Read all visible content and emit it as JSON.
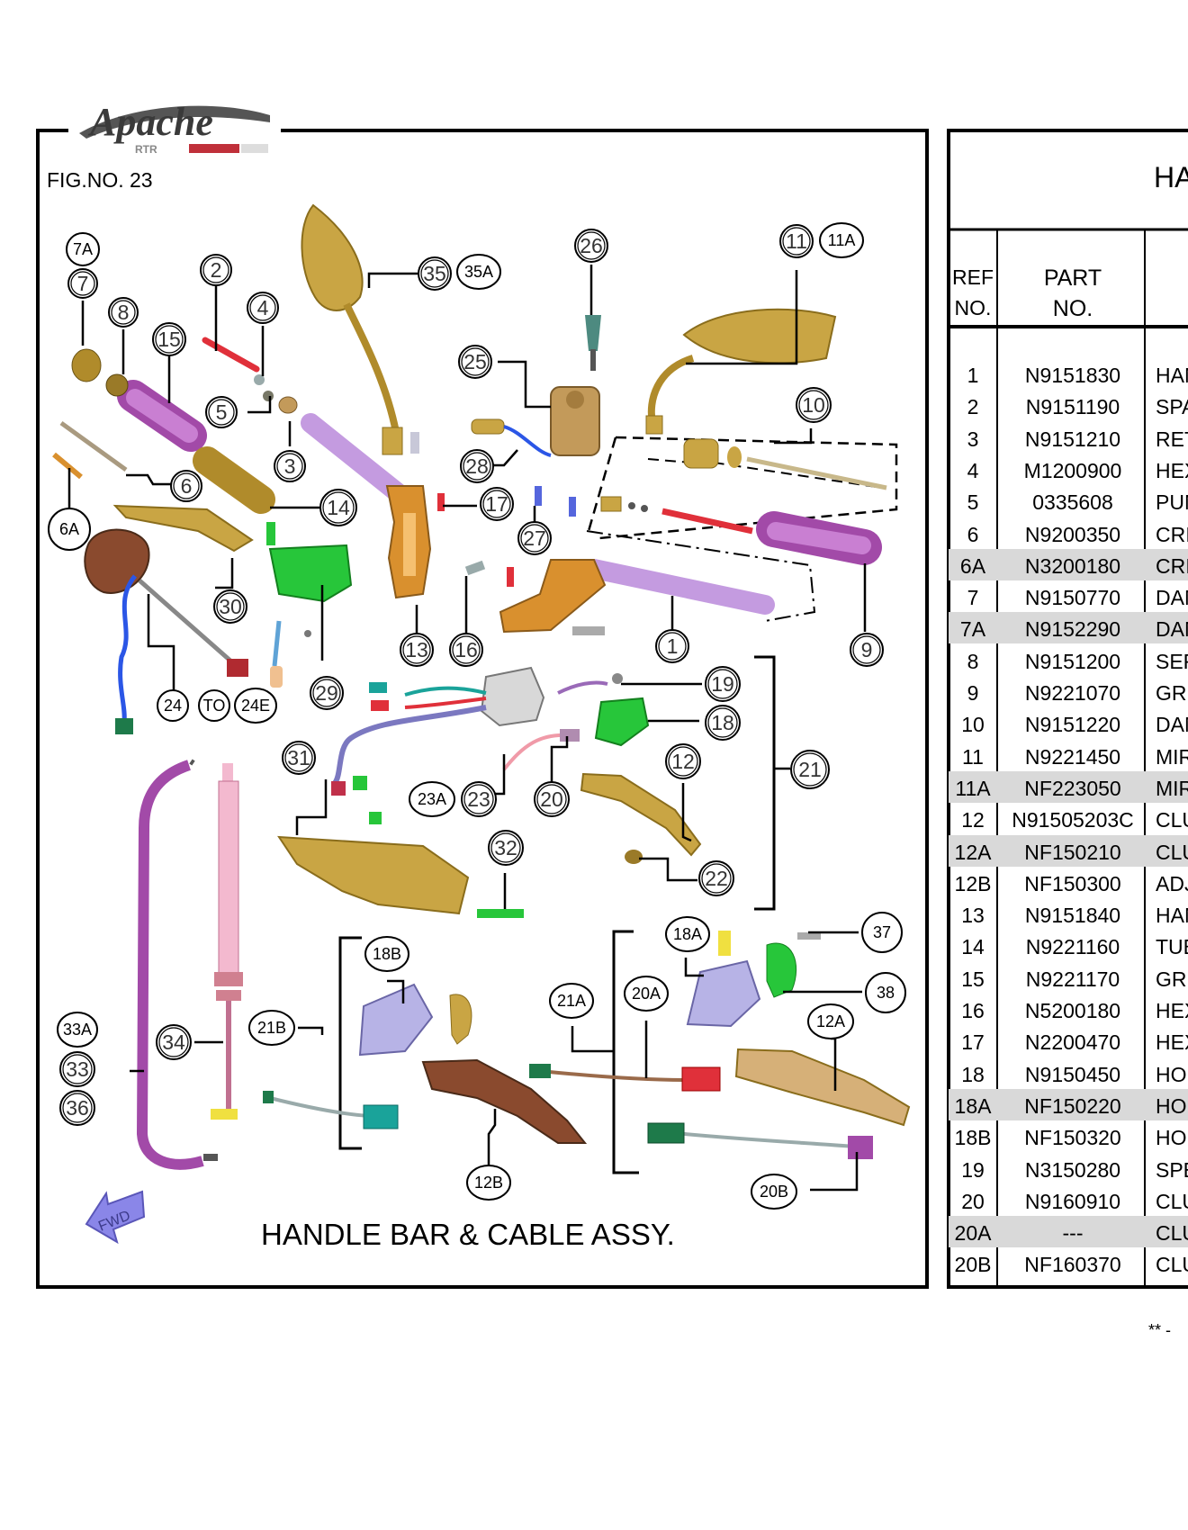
{
  "logo": {
    "brand": "Apache",
    "model": "RTR"
  },
  "figure": {
    "fig_no": "FIG.NO. 23",
    "caption": "HANDLE BAR & CABLE ASSY.",
    "fwd_arrow": "FWD",
    "callouts": [
      "7A",
      "7",
      "8",
      "15",
      "2",
      "4",
      "5",
      "3",
      "6",
      "6A",
      "14",
      "30",
      "24",
      "TO",
      "24E",
      "35",
      "35A",
      "13",
      "16",
      "17",
      "28",
      "25",
      "26",
      "27",
      "29",
      "11",
      "11A",
      "10",
      "1",
      "9",
      "31",
      "23A",
      "23",
      "20",
      "19",
      "18",
      "12",
      "22",
      "21",
      "32",
      "33A",
      "33",
      "36",
      "34",
      "21B",
      "18B",
      "12B",
      "21A",
      "20A",
      "18A",
      "37",
      "38",
      "12A",
      "20B"
    ]
  },
  "table": {
    "title": "HA",
    "headers": {
      "ref_1": "REF",
      "ref_2": "NO.",
      "part_1": "PART",
      "part_2": "NO."
    },
    "rows": [
      {
        "ref": "1",
        "part": "N9151830",
        "desc": "HAN",
        "shaded": false
      },
      {
        "ref": "2",
        "part": "N9151190",
        "desc": "SPA",
        "shaded": false
      },
      {
        "ref": "3",
        "part": "N9151210",
        "desc": "RET",
        "shaded": false
      },
      {
        "ref": "4",
        "part": "M1200900",
        "desc": "HEX",
        "shaded": false
      },
      {
        "ref": "5",
        "part": "0335608",
        "desc": "PUN",
        "shaded": false
      },
      {
        "ref": "6",
        "part": "N9200350",
        "desc": "CRI",
        "shaded": false
      },
      {
        "ref": "6A",
        "part": "N3200180",
        "desc": "CRI",
        "shaded": true
      },
      {
        "ref": "7",
        "part": "N9150770",
        "desc": "DAM",
        "shaded": false
      },
      {
        "ref": "7A",
        "part": "N9152290",
        "desc": "DAM",
        "shaded": true
      },
      {
        "ref": "8",
        "part": "N9151200",
        "desc": "SER",
        "shaded": false
      },
      {
        "ref": "9",
        "part": "N9221070",
        "desc": "GRI",
        "shaded": false
      },
      {
        "ref": "10",
        "part": "N9151220",
        "desc": "DAM",
        "shaded": false
      },
      {
        "ref": "11",
        "part": "N9221450",
        "desc": "MIR",
        "shaded": false
      },
      {
        "ref": "11A",
        "part": "NF223050",
        "desc": "MIR",
        "shaded": true
      },
      {
        "ref": "12",
        "part": "N91505203C",
        "desc": "CLU",
        "shaded": false
      },
      {
        "ref": "12A",
        "part": "NF150210",
        "desc": "CLU",
        "shaded": true
      },
      {
        "ref": "12B",
        "part": "NF150300",
        "desc": "ADJ",
        "shaded": false
      },
      {
        "ref": "13",
        "part": "N9151840",
        "desc": "HAN",
        "shaded": false
      },
      {
        "ref": "14",
        "part": "N9221160",
        "desc": "TUB",
        "shaded": false
      },
      {
        "ref": "15",
        "part": "N9221170",
        "desc": "GRI",
        "shaded": false
      },
      {
        "ref": "16",
        "part": "N5200180",
        "desc": "HEX",
        "shaded": false
      },
      {
        "ref": "17",
        "part": "N2200470",
        "desc": "HEX",
        "shaded": false
      },
      {
        "ref": "18",
        "part": "N9150450",
        "desc": "HOL",
        "shaded": false
      },
      {
        "ref": "18A",
        "part": "NF150220",
        "desc": "HOL",
        "shaded": true
      },
      {
        "ref": "18B",
        "part": "NF150320",
        "desc": "HOL",
        "shaded": false
      },
      {
        "ref": "19",
        "part": "N3150280",
        "desc": "SPE",
        "shaded": false
      },
      {
        "ref": "20",
        "part": "N9160910",
        "desc": "CLU",
        "shaded": false
      },
      {
        "ref": "20A",
        "part": "---",
        "desc": "CLU",
        "shaded": true
      },
      {
        "ref": "20B",
        "part": "NF160370",
        "desc": "CLU",
        "shaded": false
      }
    ],
    "footnote": "** -"
  },
  "colors": {
    "gold": "#c9a544",
    "violet": "#c49be0",
    "purple": "#a24aa8",
    "pink": "#f3b9cf",
    "green": "#27c63a",
    "orange": "#d9902e",
    "red": "#e0303a",
    "blue": "#2b56e6",
    "brown": "#8a4a2e",
    "lavender": "#b7b3e6",
    "teal": "#1aa39a",
    "arrow": "#8a86e8",
    "shade": "#d9d9d9"
  }
}
